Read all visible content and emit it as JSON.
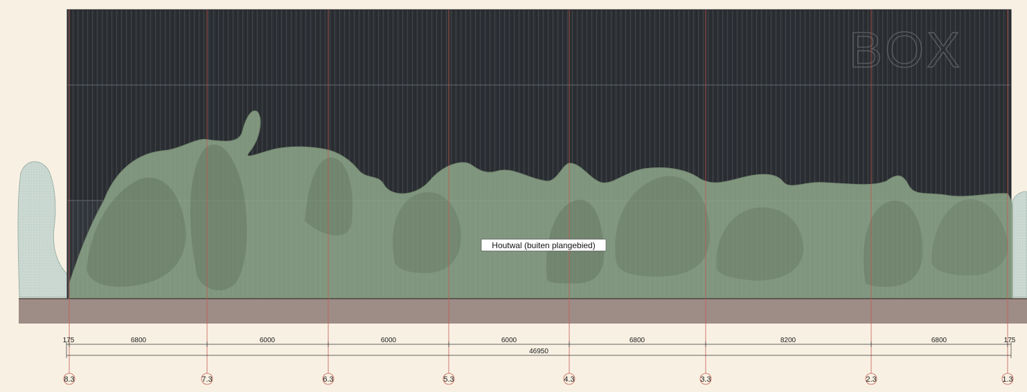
{
  "drawing": {
    "signage": "BOX",
    "vegetation_label": "Houtwal (buiten plangebied)",
    "colors": {
      "background": "#f8f1e3",
      "facade": "#2c2f33",
      "facade_rib_light": "#454a50",
      "ground": "#9e8c86",
      "vegetation": "#97ad92",
      "vegetation_dark": "#6e8068",
      "gridline": "#c45a52"
    }
  },
  "dimensions": {
    "segments": [
      "175",
      "6800",
      "6000",
      "6000",
      "6000",
      "6800",
      "8200",
      "6800",
      "175"
    ],
    "total": "46950"
  },
  "gridlines": [
    "8.3",
    "7.3",
    "6.3",
    "5.3",
    "4.3",
    "3.3",
    "2.3",
    "1.3"
  ]
}
